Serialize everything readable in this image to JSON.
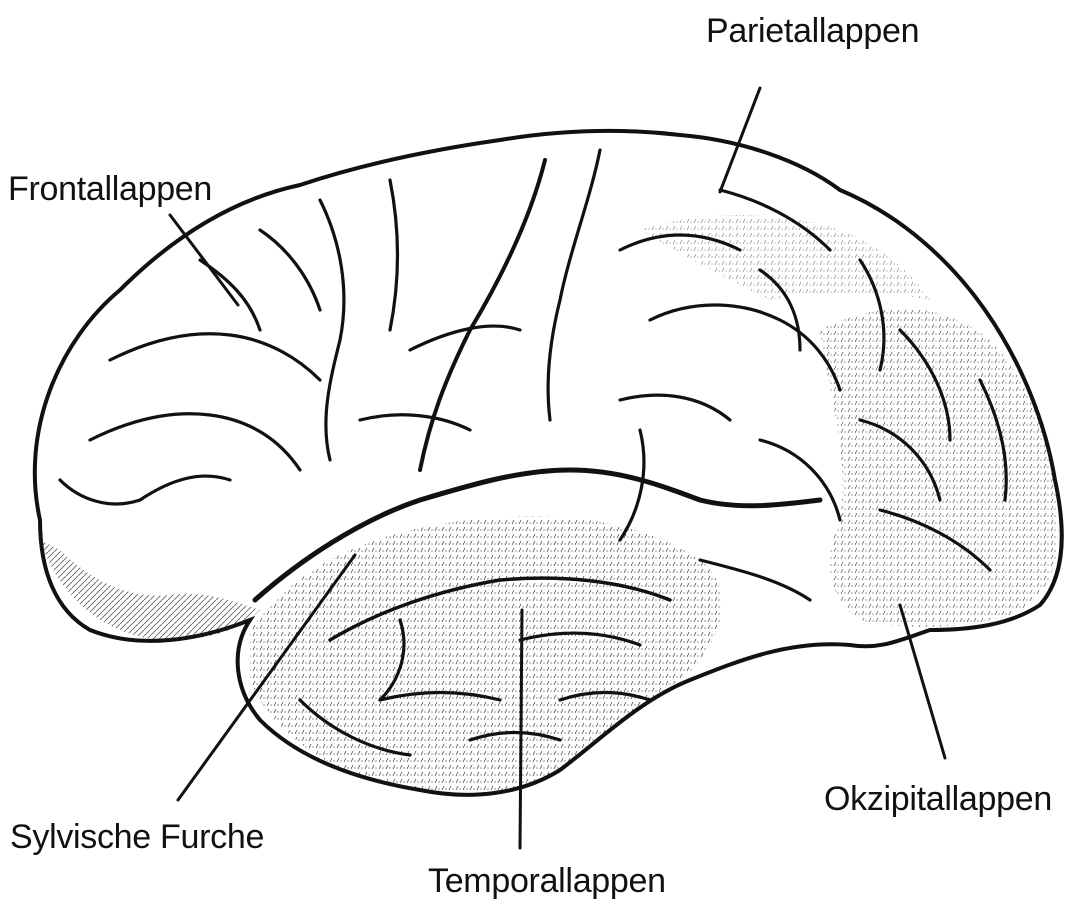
{
  "diagram": {
    "labels": {
      "parietal": "Parietallappen",
      "frontal": "Frontallappen",
      "occipital": "Okzipitallappen",
      "sylvian": "Sylvische Furche",
      "temporal": "Temporallappen"
    },
    "colors": {
      "background": "#ffffff",
      "ink": "#111111"
    }
  }
}
